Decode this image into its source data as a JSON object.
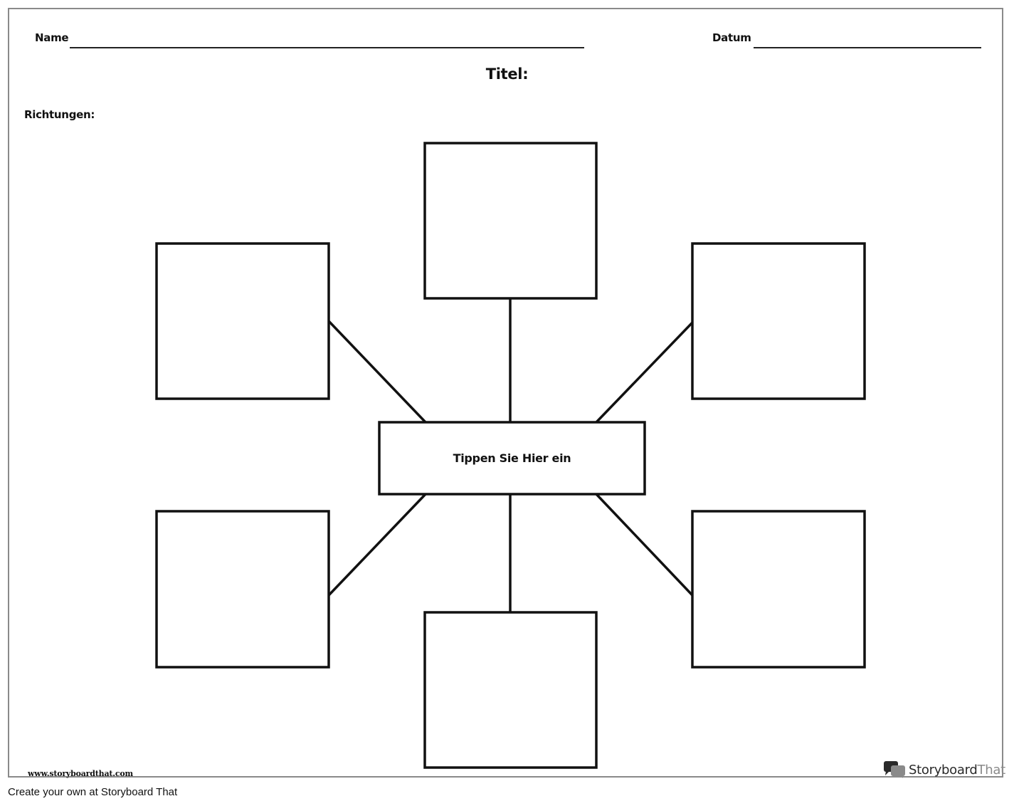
{
  "worksheet": {
    "name_label": "Name",
    "date_label": "Datum",
    "title_label": "Titel:",
    "directions_label": "Richtungen:",
    "center_box_text": "Tippen Sie Hier ein",
    "website": "www.storyboardthat.com"
  },
  "brand": {
    "logo_name_bold": "Storyboard",
    "logo_name_light": "That",
    "logo_icon": "speech-bubbles-icon"
  },
  "footer": {
    "text": "Create your own at Storyboard That"
  },
  "colors": {
    "stroke": "#111111",
    "sheet_border": "#8a8a8a",
    "logo_dark": "#2a2a2a",
    "logo_light": "#8a8a8a"
  }
}
